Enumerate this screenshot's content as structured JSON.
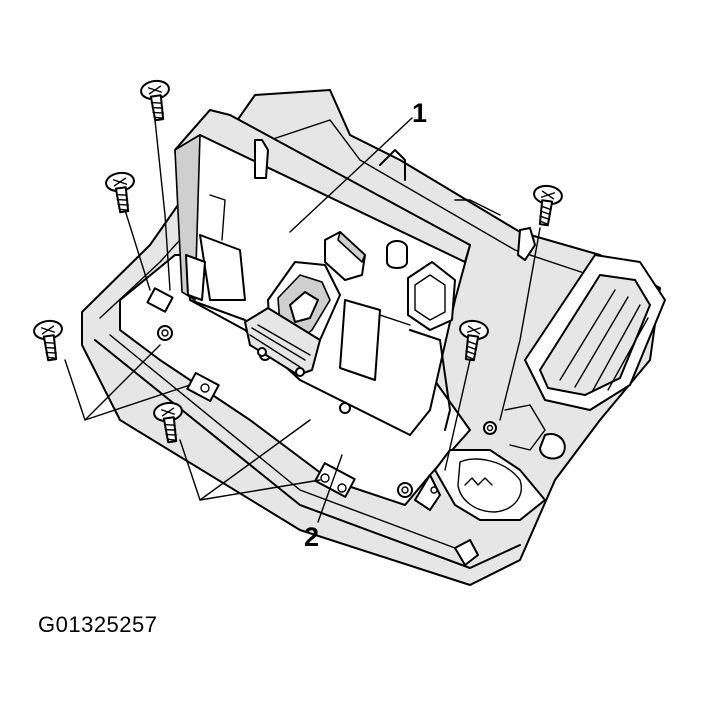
{
  "figure": {
    "id_text": "G01325257",
    "callouts": [
      {
        "number": "1"
      },
      {
        "number": "2"
      }
    ]
  },
  "parts": {
    "screw_count": 6,
    "screw_icon": "screw-icon"
  }
}
